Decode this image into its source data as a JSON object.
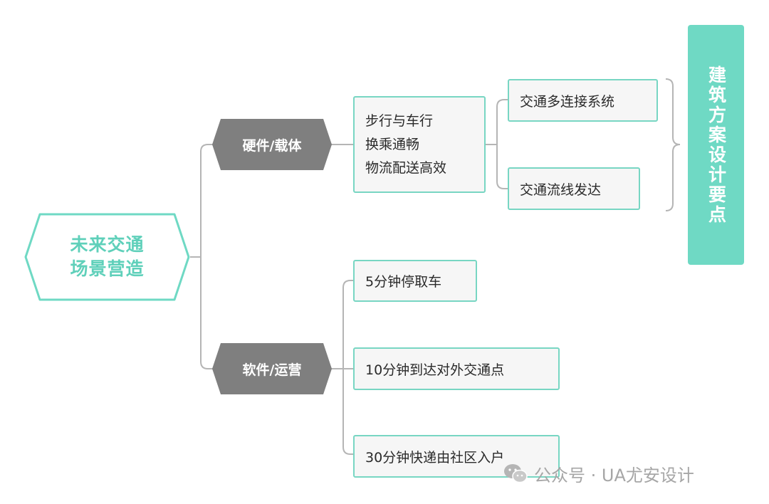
{
  "root": {
    "label": "未来交通\n场景营造"
  },
  "branches": [
    {
      "label": "硬件/载体"
    },
    {
      "label": "软件/运营"
    }
  ],
  "hardware_box": {
    "lines": [
      "步行与车行",
      "换乘通畅",
      "物流配送高效"
    ]
  },
  "hardware_items": [
    "交通多连接系统",
    "交通流线发达"
  ],
  "software_items": [
    "5分钟停取车",
    "10分钟到达对外交通点",
    "30分钟快递由社区入户"
  ],
  "side_panel": {
    "label": "建筑方案设计要点"
  },
  "watermark": {
    "text": "公众号 · UA尤安设计",
    "icon": "wechat-icon"
  },
  "colors": {
    "teal": "#6fd9c4",
    "teal_border": "#78d6c3",
    "gray": "#7f7f7f",
    "line": "#b9b9b9"
  }
}
